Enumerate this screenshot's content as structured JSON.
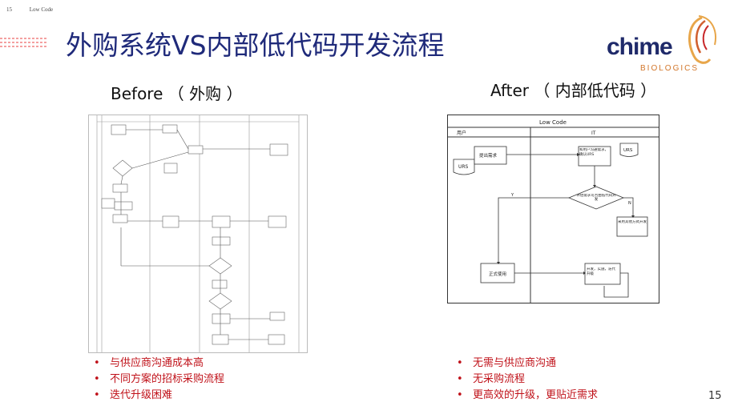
{
  "header": {
    "page_number": "15",
    "section": "Low Code",
    "title": "外购系统VS内部低代码开发流程"
  },
  "logo": {
    "name": "chime",
    "subtitle": "BIOLOGICS",
    "colors": {
      "text": "#1f2a6a",
      "mark": "#e8a64a",
      "mark_dark": "#c8282a"
    }
  },
  "before": {
    "label": "Before （ 外购 ）",
    "bullets": [
      "与供应商沟通成本高",
      "不同方案的招标采购流程",
      "迭代升级困难"
    ]
  },
  "after": {
    "label": "After （ 内部低代码 ）",
    "diagram": {
      "title": "Low Code",
      "lane_left": "用户",
      "lane_right": "IT",
      "nodes": {
        "urs_doc": "URS",
        "raise_req": "提出需求",
        "confirm": "和用户沟通需求，确认URS",
        "urs_doc2": "URS",
        "decision": "评估需求可否由低代码开发",
        "yes_label": "Y",
        "no_label": "N",
        "other": "采用其他方式开发",
        "use": "正式使用",
        "dev": "开发，实施，迭代升级"
      }
    },
    "bullets": [
      "无需与供应商沟通",
      "无采购流程",
      "更高效的升级，更贴近需求"
    ]
  },
  "footer": {
    "page_number": "15"
  },
  "colors": {
    "title": "#1f2a7a",
    "bullet": "#c0121a",
    "deco": "#e84040"
  }
}
